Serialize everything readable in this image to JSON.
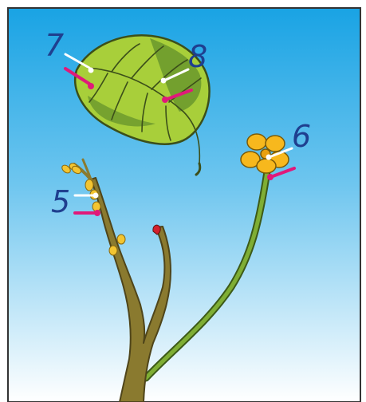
{
  "labels": {
    "five": "5",
    "six": "6",
    "seven": "7",
    "eight": "8"
  },
  "colors": {
    "sky_top": "#19a3e4",
    "sky_bottom": "#ffffff",
    "frame": "#333333",
    "pointer_white": "#ffffff",
    "pointer_magenta": "#e0197a",
    "leaf_light": "#a8cf3a",
    "leaf_dark": "#6d9a2e",
    "leaf_outline": "#3c4f1a",
    "branch": "#8a7a2f",
    "stem": "#6b9a2a",
    "flower": "#f7b81d",
    "bud": "#f3c531",
    "bud_red": "#d2202d",
    "number_color": "#1f3f8f"
  }
}
